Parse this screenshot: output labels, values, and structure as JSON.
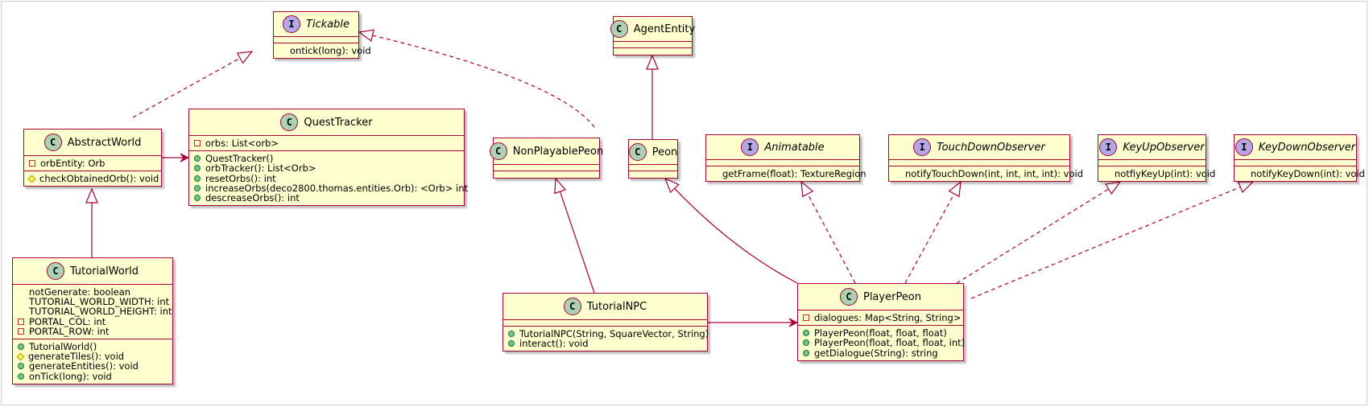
{
  "diagram": {
    "classes": {
      "tickable": {
        "kind": "I",
        "name": "Tickable",
        "abstract": true,
        "fields": [],
        "methods": [
          {
            "vis": "",
            "text": "ontick(long): void"
          }
        ]
      },
      "agent_entity": {
        "kind": "C",
        "name": "AgentEntity",
        "abstract": false,
        "fields": [],
        "methods": []
      },
      "abstract_world": {
        "kind": "C",
        "name": "AbstractWorld",
        "abstract": false,
        "fields": [
          {
            "vis": "-",
            "text": "orbEntity: Orb"
          }
        ],
        "methods": [
          {
            "vis": "#",
            "text": "checkObtainedOrb(): void"
          }
        ]
      },
      "quest_tracker": {
        "kind": "C",
        "name": "QuestTracker",
        "abstract": false,
        "fields": [
          {
            "vis": "-",
            "text": "orbs: List<orb>"
          }
        ],
        "methods": [
          {
            "vis": "+",
            "text": "QuestTracker()"
          },
          {
            "vis": "+",
            "text": "orbTracker(): List<Orb>"
          },
          {
            "vis": "+",
            "text": "resetOrbs(): int"
          },
          {
            "vis": "+",
            "text": "increaseOrbs(deco2800.thomas.entities.Orb): <Orb> int"
          },
          {
            "vis": "+",
            "text": "descreaseOrbs(): int"
          }
        ]
      },
      "non_playable_peon": {
        "kind": "C",
        "name": "NonPlayablePeon",
        "abstract": false,
        "fields": [],
        "methods": []
      },
      "peon": {
        "kind": "C",
        "name": "Peon",
        "abstract": false,
        "fields": [],
        "methods": []
      },
      "animatable": {
        "kind": "I",
        "name": "Animatable",
        "abstract": true,
        "fields": [],
        "methods": [
          {
            "vis": "",
            "text": "getFrame(float): TextureRegion"
          }
        ]
      },
      "touch_down_observer": {
        "kind": "I",
        "name": "TouchDownObserver",
        "abstract": true,
        "fields": [],
        "methods": [
          {
            "vis": "",
            "text": "notifyTouchDown(int, int, int, int): void"
          }
        ]
      },
      "key_up_observer": {
        "kind": "I",
        "name": "KeyUpObserver",
        "abstract": true,
        "fields": [],
        "methods": [
          {
            "vis": "",
            "text": "notfiyKeyUp(int): void"
          }
        ]
      },
      "key_down_observer": {
        "kind": "I",
        "name": "KeyDownObserver",
        "abstract": true,
        "fields": [],
        "methods": [
          {
            "vis": "",
            "text": "notifyKeyDown(int): void"
          }
        ]
      },
      "tutorial_world": {
        "kind": "C",
        "name": "TutorialWorld",
        "abstract": false,
        "fields": [
          {
            "vis": "",
            "text": "notGenerate: boolean"
          },
          {
            "vis": "",
            "text": "TUTORIAL_WORLD_WIDTH: int"
          },
          {
            "vis": "",
            "text": "TUTORIAL_WORLD_HEIGHT: int"
          },
          {
            "vis": "-",
            "text": "PORTAL_COL: int"
          },
          {
            "vis": "-",
            "text": "PORTAL_ROW: int"
          }
        ],
        "methods": [
          {
            "vis": "+",
            "text": "TutorialWorld()"
          },
          {
            "vis": "#",
            "text": "generateTiles(): void"
          },
          {
            "vis": "+",
            "text": "generateEntities(): void"
          },
          {
            "vis": "+",
            "text": "onTick(long): void"
          }
        ]
      },
      "tutorial_npc": {
        "kind": "C",
        "name": "TutorialNPC",
        "abstract": false,
        "fields": [],
        "methods": [
          {
            "vis": "+",
            "text": "TutorialNPC(String, SquareVector, String)"
          },
          {
            "vis": "+",
            "text": "interact(): void"
          }
        ]
      },
      "player_peon": {
        "kind": "C",
        "name": "PlayerPeon",
        "abstract": false,
        "fields": [
          {
            "vis": "-",
            "text": "dialogues: Map<String, String>"
          }
        ],
        "methods": [
          {
            "vis": "+",
            "text": "PlayerPeon(float, float, float)"
          },
          {
            "vis": "+",
            "text": "PlayerPeon(float, float, float, int)"
          },
          {
            "vis": "+",
            "text": "getDialogue(String): string"
          }
        ]
      }
    },
    "relations": [
      {
        "from": "abstract_world",
        "to": "tickable",
        "type": "realization"
      },
      {
        "from": "peon",
        "to": "tickable",
        "type": "realization"
      },
      {
        "from": "peon",
        "to": "agent_entity",
        "type": "generalization"
      },
      {
        "from": "abstract_world",
        "to": "quest_tracker",
        "type": "association"
      },
      {
        "from": "tutorial_world",
        "to": "abstract_world",
        "type": "generalization"
      },
      {
        "from": "tutorial_npc",
        "to": "non_playable_peon",
        "type": "generalization"
      },
      {
        "from": "tutorial_npc",
        "to": "player_peon",
        "type": "association"
      },
      {
        "from": "player_peon",
        "to": "peon",
        "type": "generalization"
      },
      {
        "from": "player_peon",
        "to": "animatable",
        "type": "realization"
      },
      {
        "from": "player_peon",
        "to": "touch_down_observer",
        "type": "realization"
      },
      {
        "from": "player_peon",
        "to": "key_up_observer",
        "type": "realization"
      },
      {
        "from": "player_peon",
        "to": "key_down_observer",
        "type": "realization"
      }
    ],
    "colors": {
      "fill": "#fefece",
      "border": "#a80036",
      "class_badge": "#add1b2",
      "interface_badge": "#b4a7e5"
    }
  }
}
